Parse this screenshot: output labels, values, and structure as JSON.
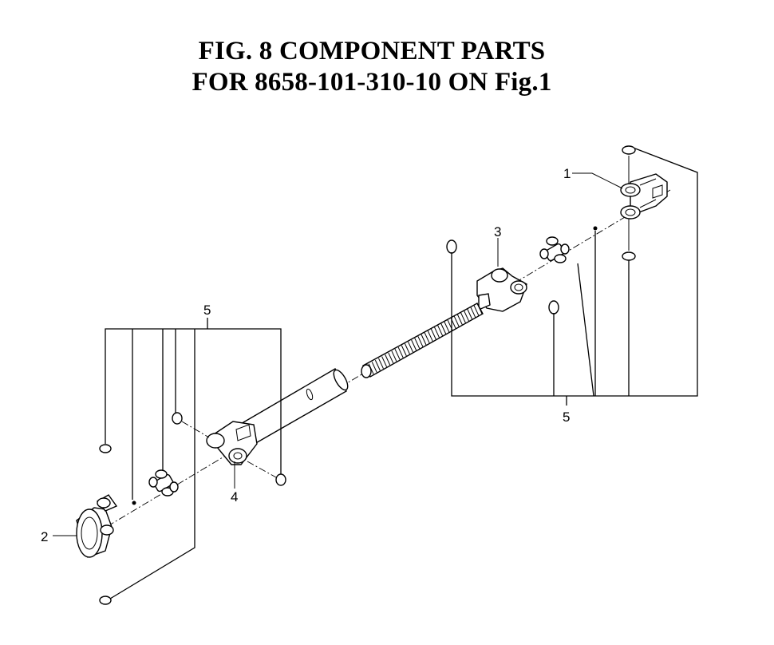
{
  "figure": {
    "title_line_1": "FIG. 8  COMPONENT PARTS",
    "title_line_2": "FOR 8658-101-310-10 ON Fig.1"
  },
  "callouts": {
    "part_1": "1",
    "part_2": "2",
    "part_3": "3",
    "part_4": "4",
    "part_5_left": "5",
    "part_5_right": "5"
  }
}
